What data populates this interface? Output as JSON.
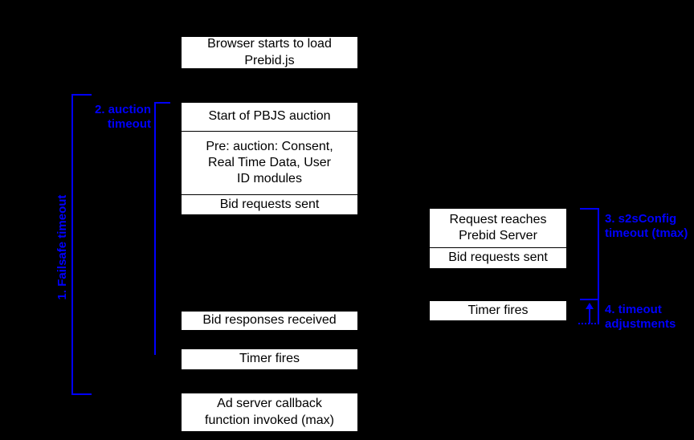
{
  "diagram": {
    "title_context": "Prebid.js timeout flow",
    "colors": {
      "background": "#000000",
      "accent_blue": "#0000fe",
      "box_fill": "#ffffff",
      "box_text": "#000000"
    },
    "client": {
      "browser_load": "Browser starts to load\nPrebid.js",
      "auction_start": "Start of PBJS auction",
      "pre_auction": "Pre: auction: Consent,\nReal Time Data, User\nID modules",
      "bid_requests_sent": "Bid requests sent",
      "bid_responses_received": "Bid responses received",
      "timer_fires": "Timer fires",
      "ad_server_callback": "Ad server callback\nfunction invoked (max)"
    },
    "server": {
      "request_reaches": "Request reaches\nPrebid Server",
      "bid_requests_sent": "Bid requests sent",
      "timer_fires": "Timer fires"
    },
    "annotations": {
      "failsafe_timeout": "1. Failsafe timeout",
      "auction_timeout": "2. auction\ntimeout",
      "s2s_timeout": "3. s2sConfig\ntimeout (tmax)",
      "timeout_adjustments": "4. timeout\nadjustments"
    }
  }
}
